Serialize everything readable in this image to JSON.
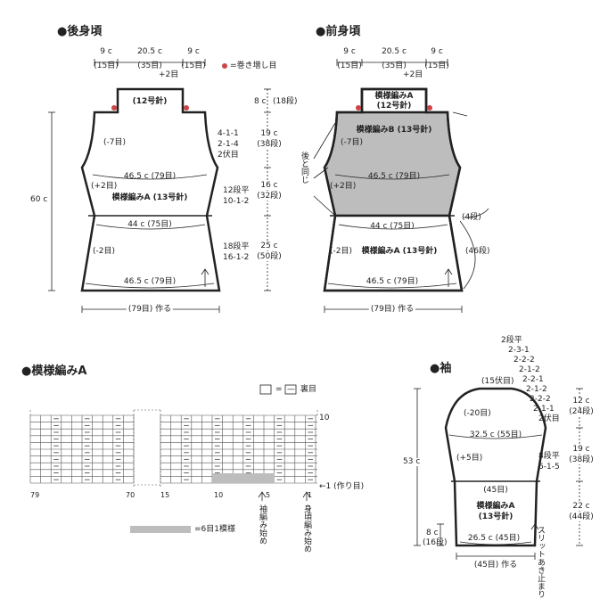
{
  "back": {
    "title": "●後身頃",
    "top_dims": [
      "9 c",
      "20.5 c",
      "9 c"
    ],
    "top_counts": [
      "(15目)",
      "(35目)",
      "(15目)"
    ],
    "plus2": "+2目",
    "legend": "=巻き増し目",
    "collar": "(12号針)",
    "minus7": "(-7目)",
    "plus2_side": "(+2目)",
    "minus2": "(-2目)",
    "pattern": "模様編みA (13号針)",
    "w1": "46.5 c (79目)",
    "w2": "44 c (75目)",
    "w3": "46.5 c (79目)",
    "cast": "(79目) 作る",
    "height": "60 c",
    "dec_rules": [
      "4-1-1",
      "2-1-4",
      "2伏目"
    ],
    "rule2": [
      "12段平",
      "10-1-2"
    ],
    "rule3": [
      "18段平",
      "16-1-2"
    ]
  },
  "center_scale": {
    "r1": [
      "8 c",
      "(18段)"
    ],
    "r2": [
      "19 c",
      "(38段)"
    ],
    "r3": [
      "16 c",
      "(32段)"
    ],
    "r4": [
      "25 c",
      "(50段)"
    ]
  },
  "front": {
    "title": "●前身頃",
    "top_dims": [
      "9 c",
      "20.5 c",
      "9 c"
    ],
    "top_counts": [
      "(15目)",
      "(35目)",
      "(15目)"
    ],
    "plus2": "+2目",
    "collar": [
      "模様編みA",
      "(12号針)"
    ],
    "patternB": "模様編みB (13号針)",
    "minus7": "(-7目)",
    "plus2_side": "(+2目)",
    "minus2": "(-2目)",
    "patternA": "模様編みA (13号針)",
    "w1": "46.5 c (79目)",
    "w2": "44 c (75目)",
    "w3": "46.5 c (79目)",
    "cast": "(79目) 作る",
    "same": "後と同じ",
    "rows4": "(4段)",
    "rows46": "(46段)"
  },
  "pattern_a": {
    "title": "●模様編みA",
    "legend_eq": "=",
    "legend_sym": "—",
    "legend_txt": "裏目",
    "row10": "10",
    "row1": "←1 (作り目)",
    "col_labels": [
      "79",
      "70",
      "15",
      "10",
      "5",
      "1"
    ],
    "sleeve_start": "袖編み始め",
    "body_start": "身頃編み始め",
    "repeat": "=6目1模様"
  },
  "sleeve": {
    "title": "●袖",
    "top_rules": [
      "2段平",
      "2-3-1",
      "2-2-2",
      "2-1-2",
      "2-2-1",
      "2-1-2",
      "2-2-2",
      "2-1-1",
      "2伏目"
    ],
    "bind15": "(15伏目)",
    "minus20": "(-20目)",
    "w1": "32.5 c (55目)",
    "plus5": "(+5目)",
    "rule2": [
      "8段平",
      "6-1-5"
    ],
    "count45": "(45目)",
    "pattern": [
      "模様編みA",
      "(13号針)"
    ],
    "w2": "26.5 c (45目)",
    "cast": "(45目) 作る",
    "height": "53 c",
    "cuff": [
      "8 c",
      "(16段)"
    ],
    "right": [
      [
        "12 c",
        "(24段)"
      ],
      [
        "19 c",
        "(38段)"
      ],
      [
        "22 c",
        "(44段)"
      ]
    ],
    "slit": "スリットあき止まり"
  }
}
